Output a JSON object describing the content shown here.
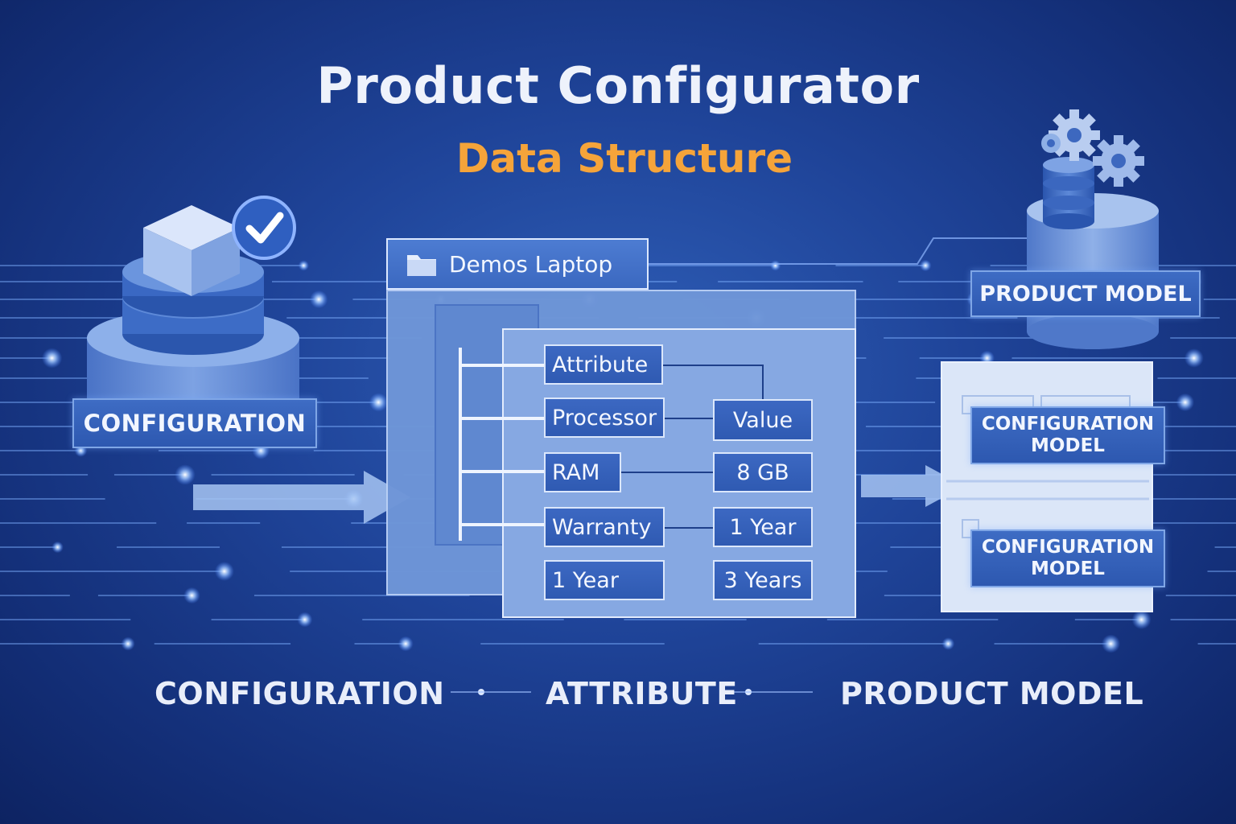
{
  "title": "Product Configurator",
  "subtitle": "Data Structure",
  "left": {
    "label": "CONFIGURATION",
    "icon": "cube-database-check-icon"
  },
  "center": {
    "window_title": "Demos Laptop",
    "window_icon": "folder-icon",
    "attributes": [
      "Attribute",
      "Processor",
      "RAM",
      "Warranty",
      "1 Year"
    ],
    "values": [
      "Value",
      "8 GB",
      "1 Year",
      "3 Years"
    ]
  },
  "right": {
    "label": "PRODUCT MODEL",
    "icon": "database-gears-icon",
    "config_models": [
      {
        "line1": "CONFIGURATION",
        "line2": "MODEL"
      },
      {
        "line1": "CONFIGURATION",
        "line2": "MODEL"
      }
    ]
  },
  "captions": [
    "CONFIGURATION",
    "ATTRIBUTE",
    "PRODUCT MODEL"
  ],
  "colors": {
    "background": "#1f4499",
    "title": "#eef2fb",
    "subtitle": "#f5a43a",
    "panel": "#6f96d8",
    "box": "#2d58b0"
  }
}
